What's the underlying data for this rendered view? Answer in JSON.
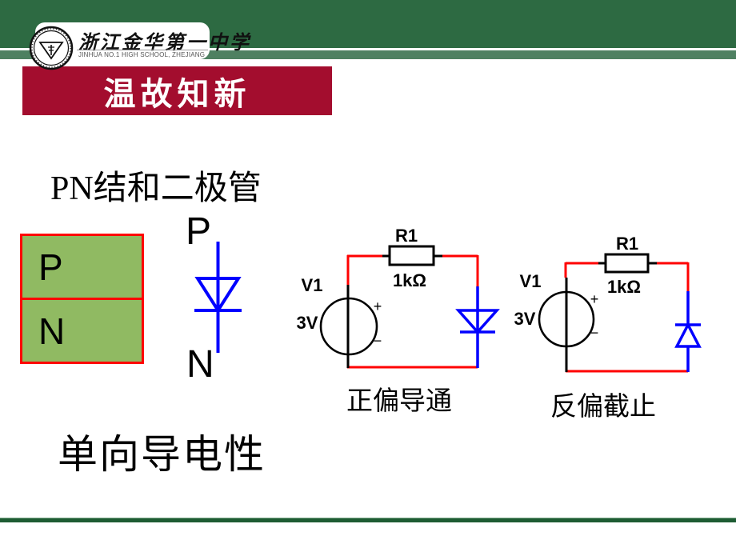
{
  "header": {
    "school_name_zh": "浙江金华第一中学",
    "school_name_en": "JINHUA NO.1 HIGH SCHOOL, ZHEJIANG",
    "bar_color": "#2d6a42",
    "strip_color": "#4e8061"
  },
  "banner": {
    "title": "温故知新",
    "bg_color": "#a30d2e",
    "text_color": "#ffffff"
  },
  "main": {
    "heading": "PN结和二极管",
    "conclusion": "单向导电性",
    "pn_junction": {
      "p_label": "P",
      "n_label": "N",
      "fill_color": "#90ba62",
      "border_color": "#ff0000"
    },
    "diode_symbol": {
      "p_label": "P",
      "n_label": "N",
      "color": "#0000ff"
    },
    "wire_color": "#ff0000",
    "diode_color": "#0000ff",
    "circuits": [
      {
        "source_name": "V1",
        "source_value": "3V",
        "resistor_name": "R1",
        "resistor_value": "1kΩ",
        "plus": "+",
        "minus": "−",
        "caption": "正偏导通",
        "diode_state": "forward-biased"
      },
      {
        "source_name": "V1",
        "source_value": "3V",
        "resistor_name": "R1",
        "resistor_value": "1kΩ",
        "plus": "+",
        "minus": "−",
        "caption": "反偏截止",
        "diode_state": "reverse-biased"
      }
    ]
  },
  "footer": {
    "line_color": "#1e5c33"
  }
}
